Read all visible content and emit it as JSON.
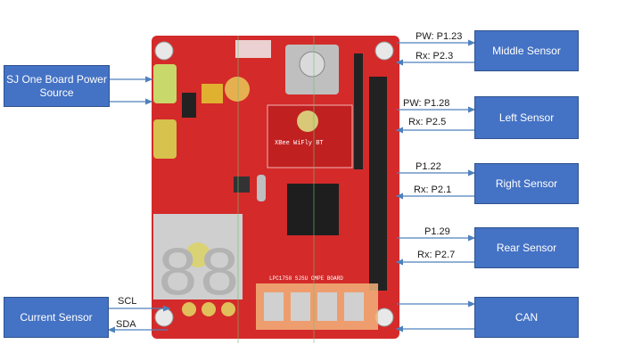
{
  "colors": {
    "box": "#4472c4",
    "board": "#d42a2a",
    "arrow": "#4f81bd"
  },
  "left_boxes": {
    "power": "SJ One Board Power Source",
    "current": "Current Sensor"
  },
  "left_pins": {
    "scl": "SCL",
    "sda": "SDA"
  },
  "right_boxes": {
    "middle": "Middle  Sensor",
    "left": "Left Sensor",
    "right": "Right Sensor",
    "rear": "Rear Sensor",
    "can": "CAN"
  },
  "right_pins": {
    "middle_pw": "PW: P1.23",
    "middle_rx": "Rx: P2.3",
    "left_pw": "PW: P1.28",
    "left_rx": "Rx: P2.5",
    "right_pw": "P1.22",
    "right_rx": "Rx: P2.1",
    "rear_pw": "P1.29",
    "rear_rx": "Rx: P2.7"
  },
  "board": {
    "silk": "LPC1758 SJSU CMPE BOARD",
    "xbee": "XBee WiFly BT",
    "digits": "88"
  }
}
